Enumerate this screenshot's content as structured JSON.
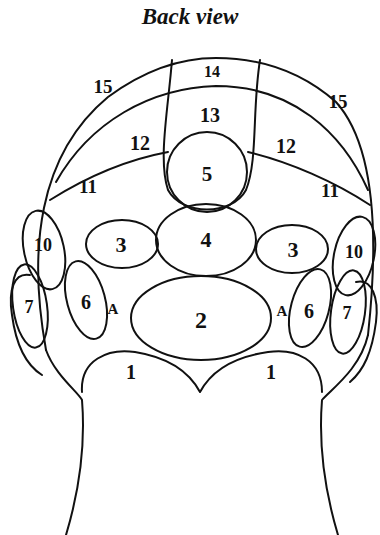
{
  "diagram": {
    "title": "Back view",
    "labels": [
      "14",
      "15",
      "15",
      "13",
      "12",
      "12",
      "5",
      "11",
      "11",
      "4",
      "3",
      "3",
      "10",
      "10",
      "7",
      "6",
      "A",
      "2",
      "A",
      "6",
      "7",
      "1",
      "1"
    ]
  }
}
